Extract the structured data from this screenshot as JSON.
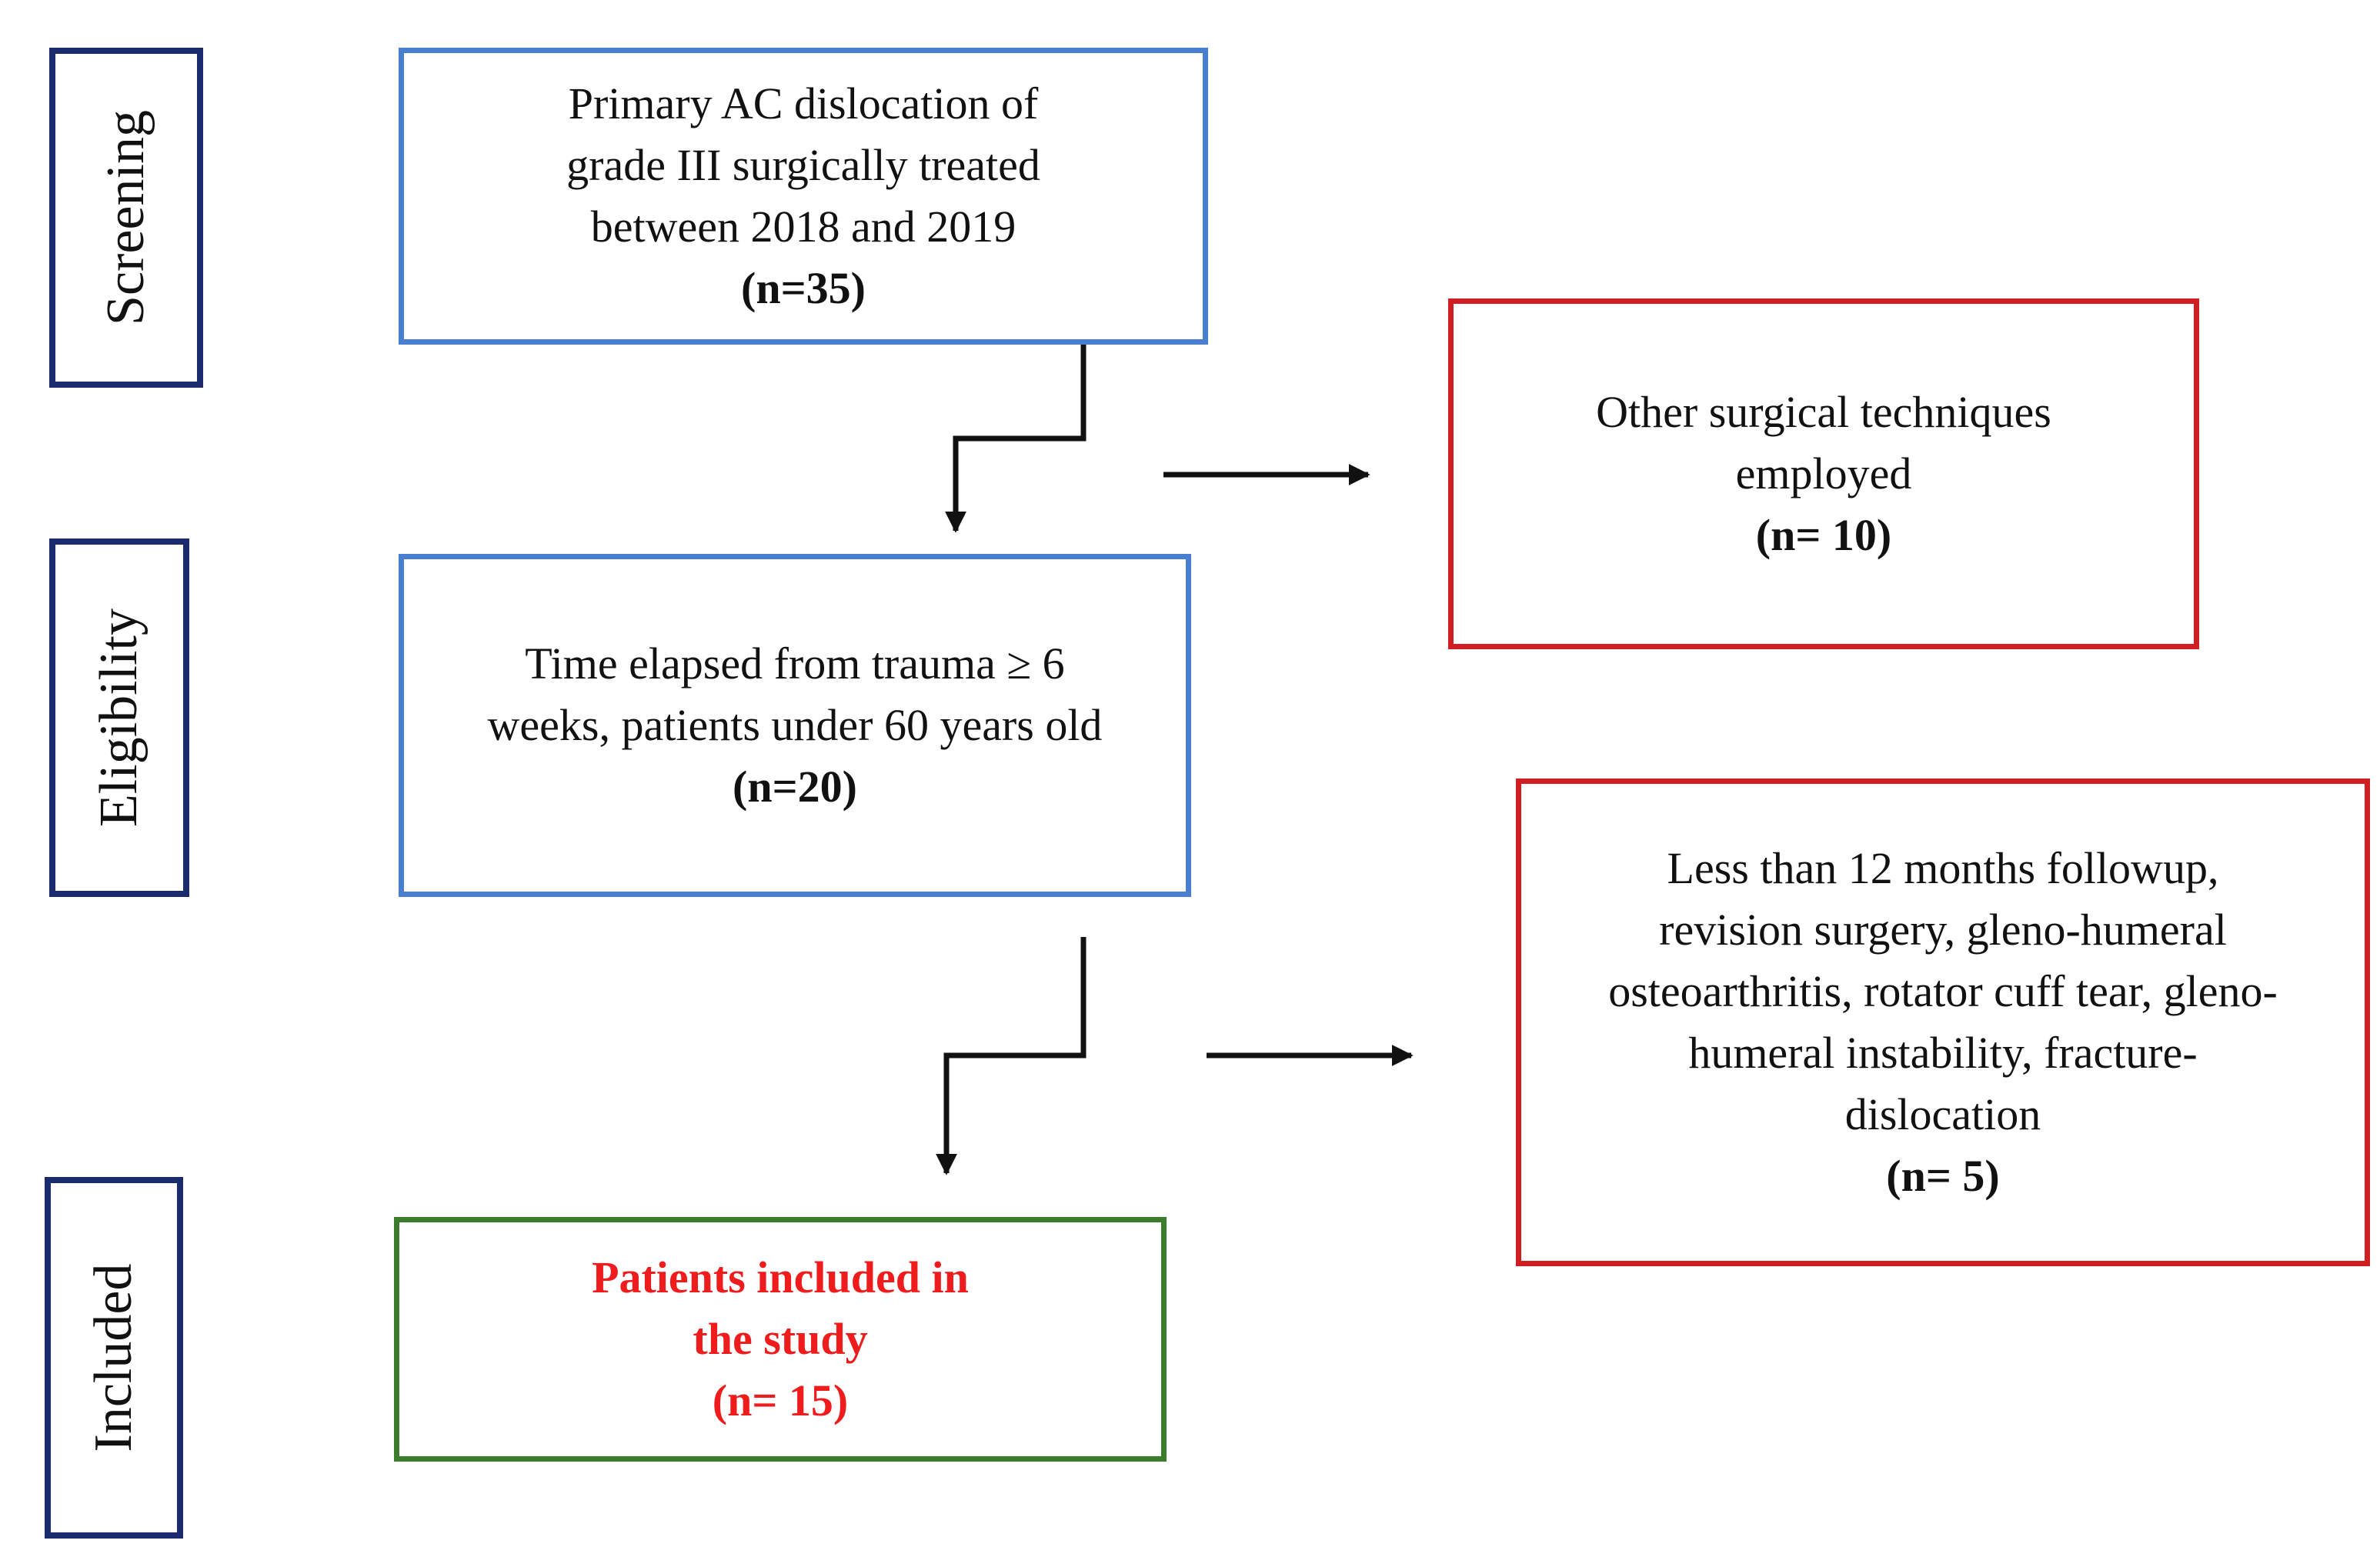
{
  "stages": [
    {
      "id": "screening",
      "label": "Screening"
    },
    {
      "id": "eligibility",
      "label": "Eligibility"
    },
    {
      "id": "included",
      "label": "Included"
    }
  ],
  "boxes": {
    "screening": {
      "lines": [
        "Primary AC dislocation of",
        "grade III surgically treated",
        "between 2018 and 2019"
      ],
      "count": "(n=35)",
      "border_color": "#4a7fd0"
    },
    "eligibility": {
      "lines": [
        "Time elapsed from trauma ≥ 6",
        "weeks, patients under 60 years old"
      ],
      "count": "(n=20)",
      "border_color": "#4a7fd0"
    },
    "included": {
      "lines": [
        "Patients included in",
        "the study"
      ],
      "count": "(n= 15)",
      "border_color": "#3b7d2c",
      "text_color": "#ee1c1c"
    },
    "excluded_1": {
      "lines": [
        "Other surgical techniques",
        "employed"
      ],
      "count": "(n= 10)",
      "border_color": "#d01f23"
    },
    "excluded_2": {
      "lines": [
        "Less than 12 months followup,",
        "revision surgery, gleno-humeral",
        "osteoarthritis, rotator cuff tear, gleno-",
        "humeral instability, fracture-",
        "dislocation"
      ],
      "count": "(n= 5)",
      "border_color": "#d01f23"
    }
  },
  "stage_border_color": "#1a2a6c",
  "arrow_color": "#111111"
}
